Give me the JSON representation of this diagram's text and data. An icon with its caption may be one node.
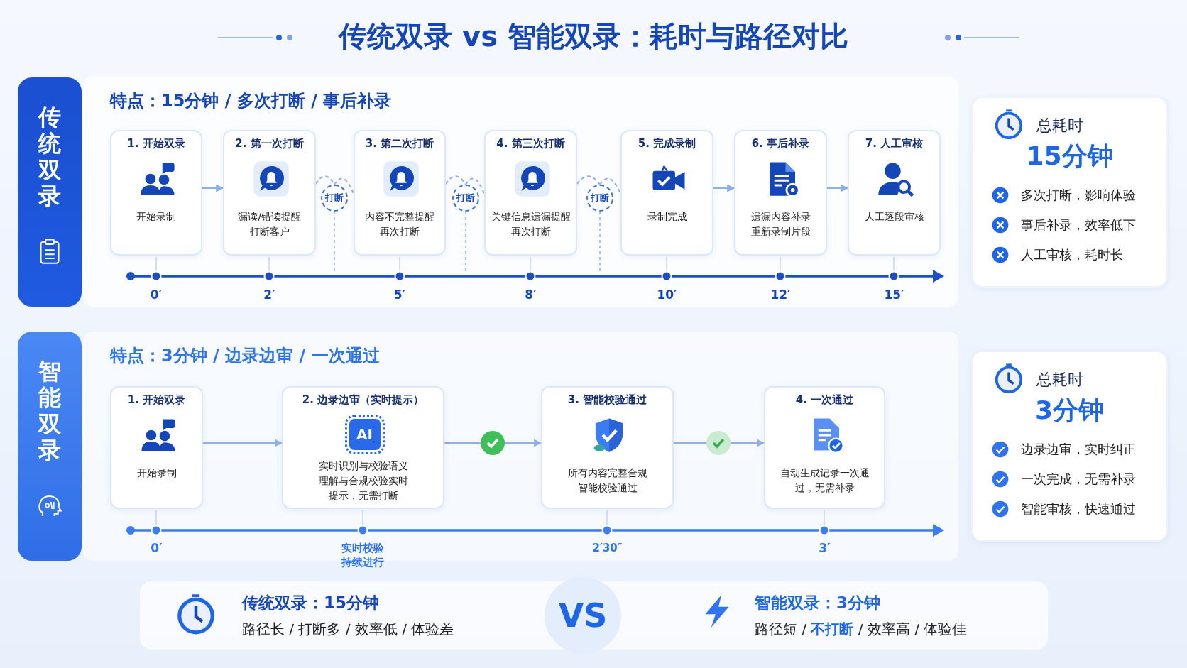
{
  "diagram": {
    "title": "传统双录 vs 智能双录：耗时与路径对比",
    "nodes": [
      {
        "text": [
          "传统双录"
        ]
      },
      {
        "text": [
          "1. 开始双录",
          "开始录制"
        ],
        "beside": [
          "0′"
        ]
      },
      {
        "text": [
          "2. 第一次打断",
          "漏读/错读提醒打断客户"
        ],
        "beside": [
          "2′"
        ]
      },
      {
        "text": [
          "打断"
        ]
      },
      {
        "text": [
          "3. 第二次打断",
          "内容不完整提醒再次打断"
        ],
        "beside": [
          "5′"
        ]
      },
      {
        "text": [
          "打断"
        ]
      },
      {
        "text": [
          "4. 第三次打断",
          "关键信息遗漏提醒再次打断"
        ],
        "beside": [
          "8′"
        ]
      },
      {
        "text": [
          "打断"
        ]
      },
      {
        "text": [
          "5. 完成录制",
          "录制完成"
        ],
        "beside": [
          "10′"
        ]
      },
      {
        "text": [
          "6. 事后补录",
          "遗漏内容补录重新录制片段"
        ],
        "beside": [
          "12′"
        ]
      },
      {
        "text": [
          "7. 人工审核",
          "人工逐段审核"
        ],
        "beside": [
          "15′"
        ]
      },
      {
        "text": [
          "总耗时",
          "15分钟",
          "多次打断，影响体验",
          "事后补录，效率低下",
          "人工审核，耗时长"
        ]
      },
      {
        "text": [
          "智能双录"
        ]
      },
      {
        "text": [
          "1. 开始双录",
          "开始录制"
        ],
        "beside": [
          "0′"
        ]
      },
      {
        "text": [
          "2. 边录边审（实时提示）",
          "AI",
          "实时识别与校验语义理解与合规校验实时提示，无需打断"
        ],
        "beside": [
          "实时校验持续进行"
        ]
      },
      {
        "text": [],
        "shape": "circle"
      },
      {
        "text": [
          "3. 智能校验通过",
          "所有内容完整合规智能校验通过"
        ],
        "beside": [
          "2′30″"
        ]
      },
      {
        "text": [],
        "shape": "circle"
      },
      {
        "text": [
          "4. 一次通过",
          "自动生成记录一次通过，无需补录"
        ],
        "beside": [
          "3′"
        ]
      },
      {
        "text": [
          "总耗时",
          "3分钟",
          "边录边审，实时纠正",
          "一次完成，无需补录",
          "智能审核，快速通过"
        ]
      }
    ],
    "edges": [
      {
        "from": 1,
        "to": 2,
        "arrow": "to"
      },
      {
        "from": 2,
        "to": 3,
        "arrow": "none",
        "style": "dashed"
      },
      {
        "from": 3,
        "to": 4,
        "arrow": "none",
        "style": "dashed"
      },
      {
        "from": 4,
        "to": 5,
        "arrow": "none",
        "style": "dashed"
      },
      {
        "from": 5,
        "to": 6,
        "arrow": "none",
        "style": "dashed"
      },
      {
        "from": 6,
        "to": 7,
        "arrow": "none",
        "style": "dashed"
      },
      {
        "from": 7,
        "to": 8,
        "arrow": "none",
        "style": "dashed"
      },
      {
        "from": 8,
        "to": 9,
        "arrow": "to"
      },
      {
        "from": 9,
        "to": 10,
        "arrow": "to"
      },
      {
        "from": 13,
        "to": 14,
        "arrow": "to"
      },
      {
        "from": 14,
        "to": 15,
        "arrow": "none"
      },
      {
        "from": 15,
        "to": 16,
        "arrow": "to"
      },
      {
        "from": 16,
        "to": 17,
        "arrow": "none"
      },
      {
        "from": 17,
        "to": 18,
        "arrow": "to"
      }
    ],
    "labels": [
      "特点：15分钟 / 多次打断 / 事后补录",
      "特点：3分钟 / 边录边审 / 一次通过",
      "传统双录：15分钟",
      "路径长 / 打断多 / 效率低 / 体验差",
      "VS",
      "智能双录：3分钟",
      "路径短 / **不打断** / 效率高 / 体验佳"
    ]
  }
}
